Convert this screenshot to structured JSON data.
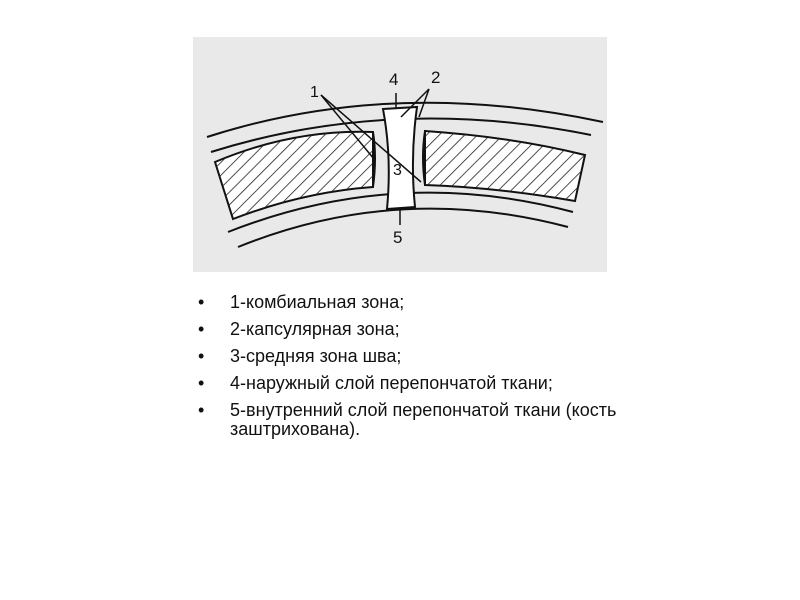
{
  "diagram": {
    "labels": [
      "1",
      "2",
      "3",
      "4",
      "5"
    ]
  },
  "legend": {
    "bullet": "•",
    "items": [
      "1-комбиальная зона;",
      "2-капсулярная зона;",
      "3-средняя зона шва;",
      "4-наружный слой перепончатой ткани;",
      "5-внутренний слой перепончатой ткани (кость заштрихована)."
    ]
  }
}
